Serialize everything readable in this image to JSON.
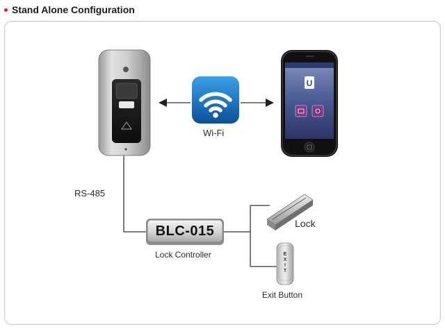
{
  "header": {
    "title": "Stand Alone Configuration",
    "bullet_color": "#d8232a"
  },
  "diagram": {
    "wifi_label": "Wi-Fi",
    "rs485_label": "RS-485",
    "controller_model": "BLC-015",
    "controller_caption": "Lock Controller",
    "lock_label": "Lock",
    "exit_button_caption": "Exit Button",
    "exit_button_text": [
      "E",
      "X",
      "I",
      "T"
    ],
    "wifi_icon_color": "#1c7fd0",
    "phone_app_color": "#7b3b7e"
  }
}
